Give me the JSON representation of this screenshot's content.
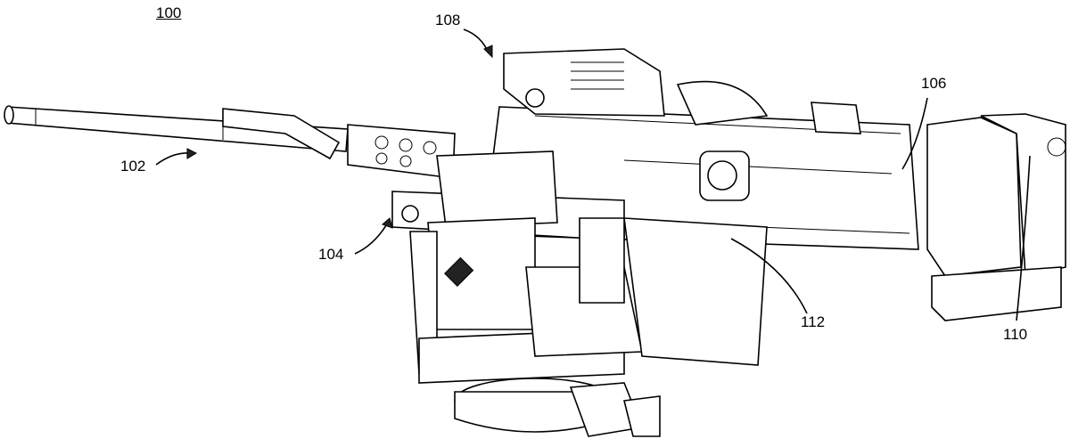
{
  "figure": {
    "labels": {
      "assembly": "100",
      "barrel": "102",
      "mount": "104",
      "feed": "106",
      "sight": "108",
      "cradle": "110",
      "actuator": "112"
    }
  }
}
